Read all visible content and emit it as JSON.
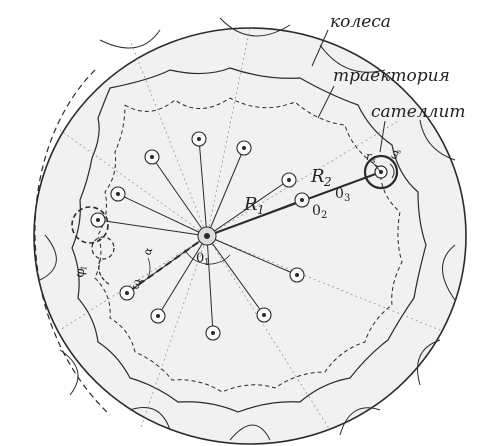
{
  "labels": {
    "wheel": "колеса",
    "trajectory": "траектория",
    "satellite": "сателлит",
    "R1": "R",
    "R1_sub": "1",
    "R2": "R",
    "R2_sub": "2",
    "O1": "0",
    "O1_sub": "1",
    "O2": "0",
    "O2_sub": "2",
    "O3": "0",
    "O3_sub": "3",
    "r_small": "r",
    "r_sub": "s",
    "omega": "ω",
    "omega_sub": "s",
    "omega_left": "ω",
    "omega_left_sub": "s",
    "phi": "φ",
    "phi_sub": "1",
    "alpha": "α"
  },
  "colors": {
    "line": "#2a2a2a",
    "disc_fill": "#f1f1f1",
    "paper": "#ffffff"
  }
}
